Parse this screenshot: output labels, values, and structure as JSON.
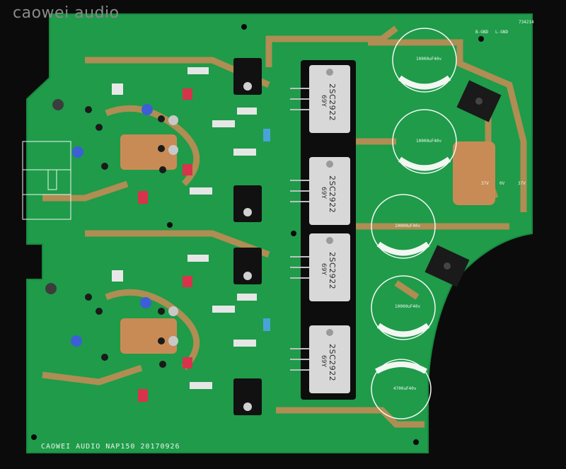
{
  "watermark": "caowei audio",
  "board": {
    "label": "CAOWEI AUDIO NAP150 20170926",
    "code": "734214",
    "terminals": [
      "B-GND",
      "L-GND"
    ],
    "rails": [
      "37V",
      "0V",
      "37V"
    ]
  },
  "transistors": [
    {
      "part": "2SC2922",
      "grade": "69Y"
    },
    {
      "part": "2SC2922",
      "grade": "69Y"
    },
    {
      "part": "2SC2922",
      "grade": "69Y"
    },
    {
      "part": "2SC2922",
      "grade": "69Y"
    }
  ],
  "capacitors": [
    "10000uF40v",
    "10000uF40v",
    "10000uF40v",
    "10000uF40v",
    "4700uF40v"
  ],
  "colors": {
    "pcb": "#1f9b4a",
    "copper": "#c98b55",
    "silkscreen": "#f2f7f2",
    "background": "#0b0b0b"
  }
}
